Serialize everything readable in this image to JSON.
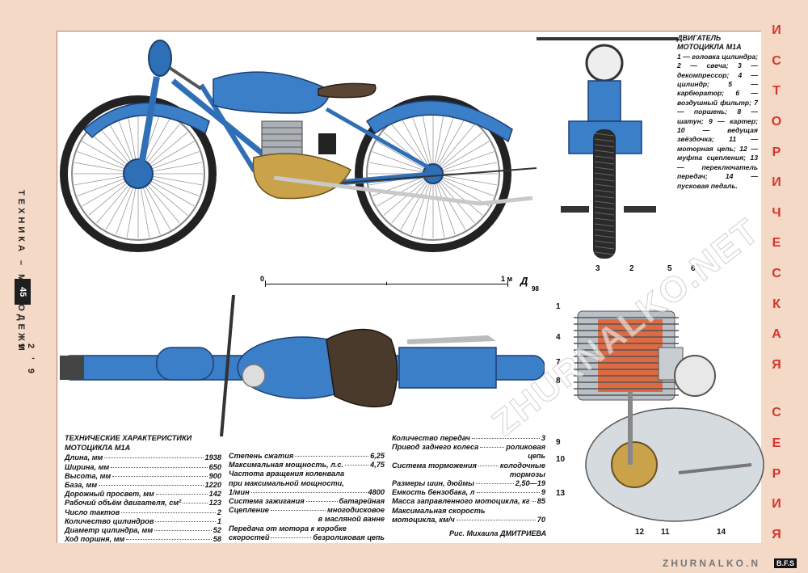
{
  "magazine": {
    "name": "ТЕХНИКА – МОЛОДЕЖИ",
    "page": "45",
    "issue": "2 ' 9 9"
  },
  "series_title": [
    "И",
    "С",
    "Т",
    "О",
    "Р",
    "И",
    "Ч",
    "Е",
    "С",
    "К",
    "А",
    "Я",
    " ",
    "С",
    "Е",
    "Р",
    "И",
    "Я"
  ],
  "engine_legend": {
    "title": "ДВИГАТЕЛЬ МОТОЦИКЛА М1А",
    "text": "1 — головка цилиндра; 2 — свеча; 3 — декомпрессор; 4 — цилиндр; 5 — карбюратор; 6 — воздушный фильтр; 7 — поршень; 8 — шатун; 9 — картер; 10 — ведущая звёздочка; 11 — моторная цепь; 12 — муфта сцепления; 13 — переключатель передач; 14 — пусковая педаль."
  },
  "scale": {
    "start": "0",
    "end": "1 м",
    "logo": "Д",
    "year": "98"
  },
  "specs": {
    "title1": "ТЕХНИЧЕСКИЕ ХАРАКТЕРИСТИКИ",
    "title2": "МОТОЦИКЛА М1А",
    "col1": [
      {
        "label": "Длина, мм",
        "value": "1938"
      },
      {
        "label": "Ширина, мм",
        "value": "650"
      },
      {
        "label": "Высота, мм",
        "value": "900"
      },
      {
        "label": "База, мм",
        "value": "1220"
      },
      {
        "label": "Дорожный просвет, мм",
        "value": "142"
      },
      {
        "label": "Рабочий объём двигателя, см²",
        "value": "123"
      },
      {
        "label": "Число тактов",
        "value": "2"
      },
      {
        "label": "Количество цилиндров",
        "value": "1"
      },
      {
        "label": "Диаметр цилиндра, мм",
        "value": "52"
      },
      {
        "label": "Ход поршня, мм",
        "value": "58"
      }
    ],
    "col2_a": [
      {
        "label": "Степень сжатия",
        "value": "6,25"
      },
      {
        "label": "Максимальная мощность, л.с.",
        "value": "4,75"
      }
    ],
    "col2_freq_line1": "Частота вращения коленвала",
    "col2_freq_line2": "при максимальной мощности,",
    "col2_freq_line3": "1/мин",
    "col2_freq_value": "4800",
    "col2_b": [
      {
        "label": "Система зажигания",
        "value": "батарейная"
      },
      {
        "label": "Сцепление",
        "value": "многодисковое"
      },
      {
        "label": "",
        "value": "в масляной ванне"
      }
    ],
    "col2_trans_line1": "Передача от мотора к коробке",
    "col2_trans_line2": "скоростей",
    "col2_trans_value": "безроликовая цепь",
    "col3": [
      {
        "label": "Количество передач",
        "value": "3"
      },
      {
        "label": "Привод заднего колеса",
        "value": "роликовая"
      },
      {
        "label": "",
        "value": "цепь"
      },
      {
        "label": "Система торможения",
        "value": "колодочные"
      },
      {
        "label": "",
        "value": "тормозы"
      },
      {
        "label": "Размеры шин, дюймы",
        "value": "2,50—19"
      },
      {
        "label": "Емкость бензобака, л",
        "value": "9"
      },
      {
        "label": "Масса заправленного мотоцикла, кг",
        "value": "85"
      },
      {
        "label": "Максимальная скорость",
        "value": ""
      },
      {
        "label": "мотоцикла, км/ч",
        "value": "70"
      }
    ]
  },
  "credit": "Рис. Михаила ДМИТРИЕВА",
  "callouts": [
    "3",
    "2",
    "5",
    "6",
    "1",
    "4",
    "7",
    "8",
    "9",
    "10",
    "13",
    "12",
    "11",
    "14"
  ],
  "watermark": "ZHURNALKO.NET",
  "footer_watermark": "ZHURNALKO.N",
  "badge": "B.F.S"
}
